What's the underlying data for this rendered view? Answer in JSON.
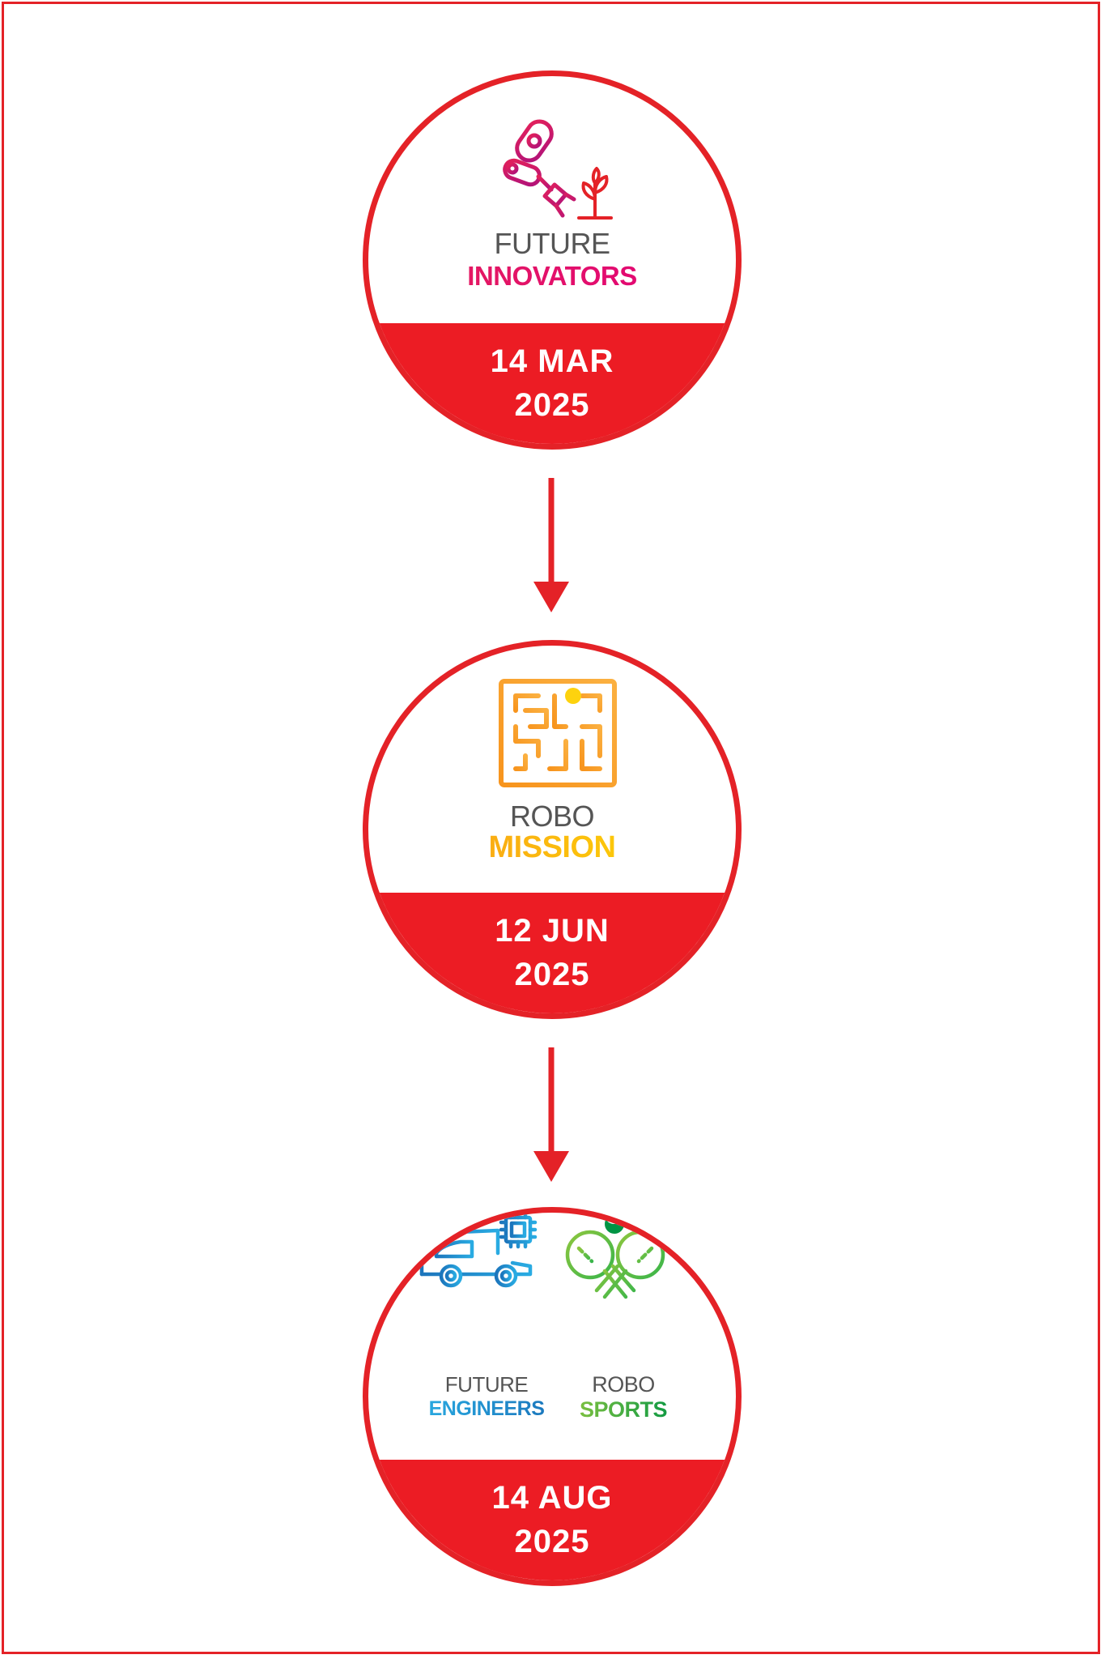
{
  "colors": {
    "frame": "#e42227",
    "date_band": "#ec1c24",
    "innovators": [
      "#e4215a",
      "#e2007a"
    ],
    "mission": [
      "#f7941d",
      "#ffe000"
    ],
    "engineers": [
      "#29abe2",
      "#1b75bb"
    ],
    "sports": [
      "#8dc63f",
      "#009444"
    ]
  },
  "steps": [
    {
      "logo_icon": "robot-arm-plant-icon",
      "label_top": "FUTURE",
      "label_bottom": "INNOVATORS",
      "date_line1": "14 MAR",
      "date_line2": "2025"
    },
    {
      "logo_icon": "maze-icon",
      "label_top": "ROBO",
      "label_bottom": "MISSION",
      "date_line1": "12 JUN",
      "date_line2": "2025"
    },
    {
      "logos": [
        {
          "logo_icon": "car-chip-icon",
          "label_top": "FUTURE",
          "label_bottom": "ENGINEERS"
        },
        {
          "logo_icon": "ping-pong-paddles-icon",
          "label_top": "ROBO",
          "label_bottom": "SPORTS"
        }
      ],
      "date_line1": "14 AUG",
      "date_line2": "2025"
    }
  ]
}
